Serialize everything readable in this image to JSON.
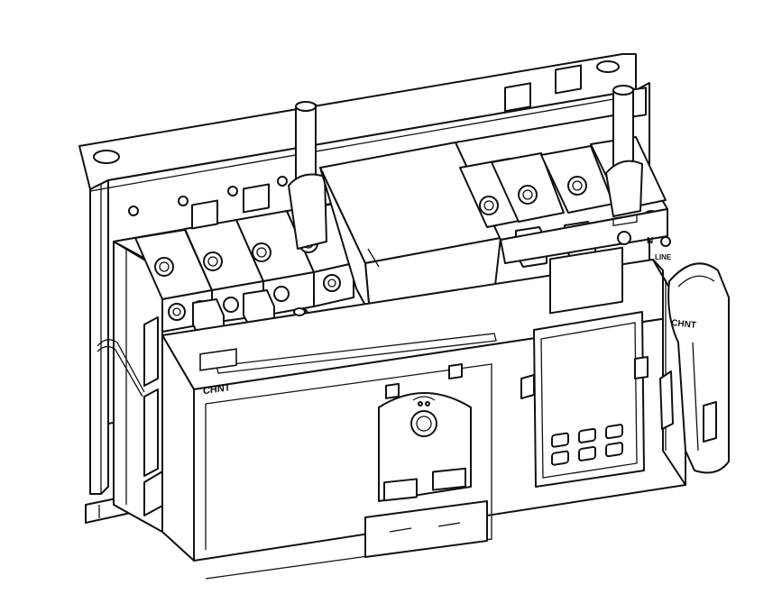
{
  "labels": {
    "brand_front": "CHNT",
    "brand_handle": "CHNT",
    "neutral": "N",
    "line": "LINE"
  },
  "colors": {
    "line": "#111111",
    "background": "#ffffff"
  }
}
